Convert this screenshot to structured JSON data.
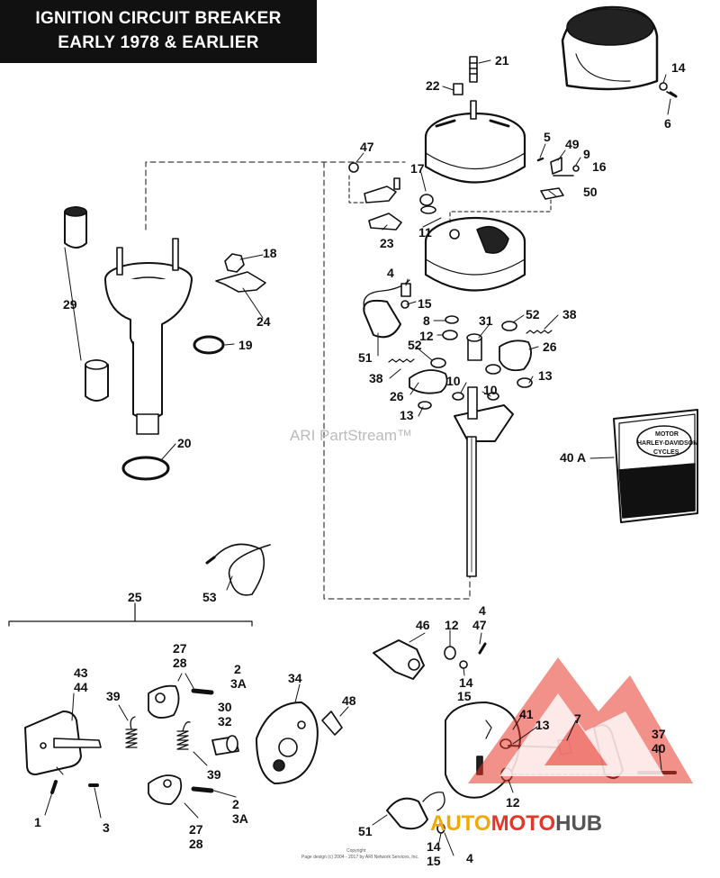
{
  "title": {
    "line1": "IGNITION CIRCUIT BREAKER",
    "line2": "EARLY 1978 & EARLIER"
  },
  "watermark": "ARI PartStream™",
  "copyright_line1": "Copyright",
  "copyright_line2": "Page design (c) 2004 - 2017 by ARI Network Services, Inc.",
  "brand": {
    "part1": "AUTO",
    "part2": "MOTO",
    "part3": "HUB",
    "colors": {
      "auto": "#f2a900",
      "moto": "#e8352a",
      "hub": "#555555",
      "triangle": "#e8352a"
    }
  },
  "box_logo": {
    "top": "MOTOR",
    "middle": "HARLEY-DAVIDSON",
    "bottom": "CYCLES"
  },
  "callouts": {
    "c21": "21",
    "c22": "22",
    "c14a": "14",
    "c6": "6",
    "c47a": "47",
    "c5": "5",
    "c49": "49",
    "c9": "9",
    "c16": "16",
    "c17": "17",
    "c50": "50",
    "c11": "11",
    "c23": "23",
    "c18": "18",
    "c29": "29",
    "c24": "24",
    "c4a": "4",
    "c15a": "15",
    "c8": "8",
    "c31": "31",
    "c52a": "52",
    "c38a": "38",
    "c12a": "12",
    "c26a": "26",
    "c19": "19",
    "c51a": "51",
    "c52b": "52",
    "c13a": "13",
    "c38b": "38",
    "c10a": "10",
    "c10b": "10",
    "c26b": "26",
    "c13b": "13",
    "c20": "20",
    "c40a": "40 A",
    "c53": "53",
    "c25": "25",
    "c4b": "4",
    "c47b": "47",
    "c46": "46",
    "c12b": "12",
    "c14b": "14",
    "c27a": "27",
    "c28a": "28",
    "c2a": "2",
    "c3Aa": "3A",
    "c43": "43",
    "c44": "44",
    "c39a": "39",
    "c30": "30",
    "c32": "32",
    "c34": "34",
    "c48": "48",
    "c41": "41",
    "c13c": "13",
    "c7": "7",
    "c37": "37",
    "c40b": "40",
    "c15b": "15",
    "c39b": "39",
    "c1": "1",
    "c3": "3",
    "c2b": "2",
    "c3Ab": "3A",
    "c27b": "27",
    "c28b": "28",
    "c12c": "12",
    "c51b": "51",
    "c14c": "14",
    "c15c": "15",
    "c4c": "4"
  }
}
